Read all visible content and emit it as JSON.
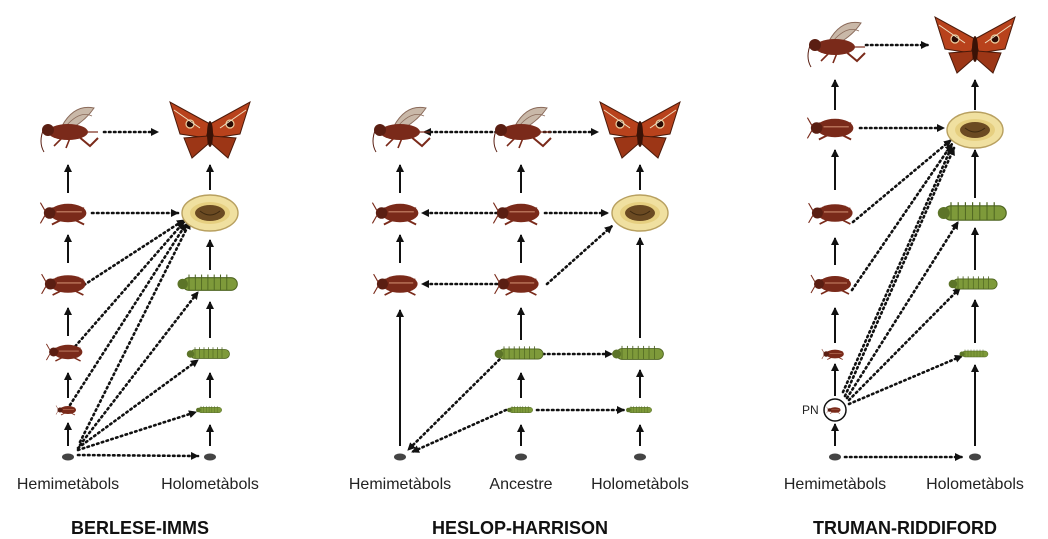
{
  "colors": {
    "arrow": "#111111",
    "nymph_body": "#7a2a1a",
    "moth_wing": "#b8421c",
    "larva": "#7e9a3a",
    "pupa_shell": "#f0e0a0",
    "pupa_core": "#6b4a22",
    "egg": "#444444"
  },
  "panels": [
    {
      "title": "BERLESE-IMMS",
      "labels": [
        "Hemimetàbols",
        "Holometàbols"
      ]
    },
    {
      "title": "HESLOP-HARRISON",
      "labels": [
        "Hemimetàbols",
        "Ancestre",
        "Holometàbols"
      ]
    },
    {
      "title": "TRUMAN-RIDDIFORD",
      "labels": [
        "Hemimetàbols",
        "Holometàbols"
      ],
      "pronymph_label": "PN"
    }
  ],
  "icons": {
    "egg": "egg-icon",
    "nymph": "nymph-icon",
    "adult_hemimetabolous": "cricket-icon",
    "larva": "caterpillar-icon",
    "pupa": "pupa-icon",
    "adult_holometabolous": "moth-icon"
  }
}
